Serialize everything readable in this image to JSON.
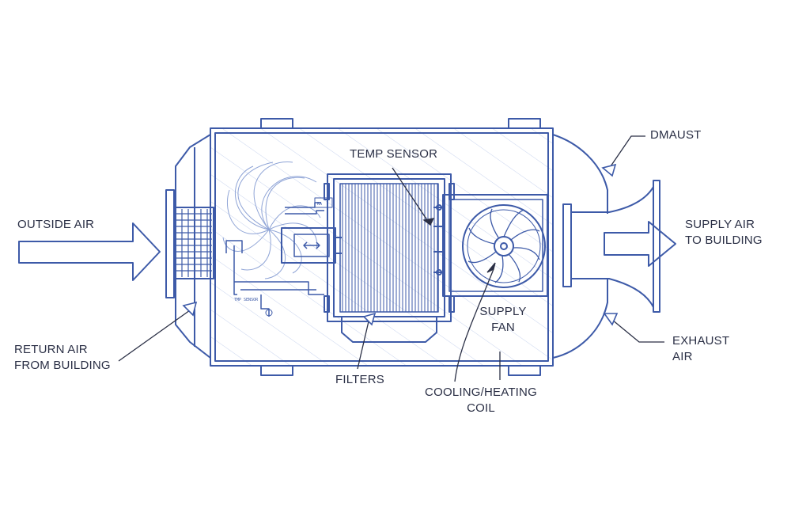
{
  "labels": {
    "outside_air": "OUTSIDE AIR",
    "return_air_line1": "RETURN AIR",
    "return_air_line2": "FROM BUILDING",
    "temp_sensor": "TEMP SENSOR",
    "filters": "FILTERS",
    "cooling_heating_line1": "COOLING/HEATING",
    "cooling_heating_line2": "COIL",
    "supply_fan_line1": "SUPPLY",
    "supply_fan_line2": "FAN",
    "dmaust": "DMAUST",
    "supply_air_line1": "SUPPLY AIR",
    "supply_air_line2": "TO BUILDING",
    "exhaust_air_line1": "EXHAUST",
    "exhaust_air_line2": "AIR"
  },
  "tiny_text": {
    "damper_tag": "RA",
    "sensor_tag": "TMP SENSOR"
  },
  "colors": {
    "line": "#3d5aa8",
    "label_text": "#2a2f45",
    "leader": "#2a2f45",
    "hatch": "#c9d4ee"
  }
}
